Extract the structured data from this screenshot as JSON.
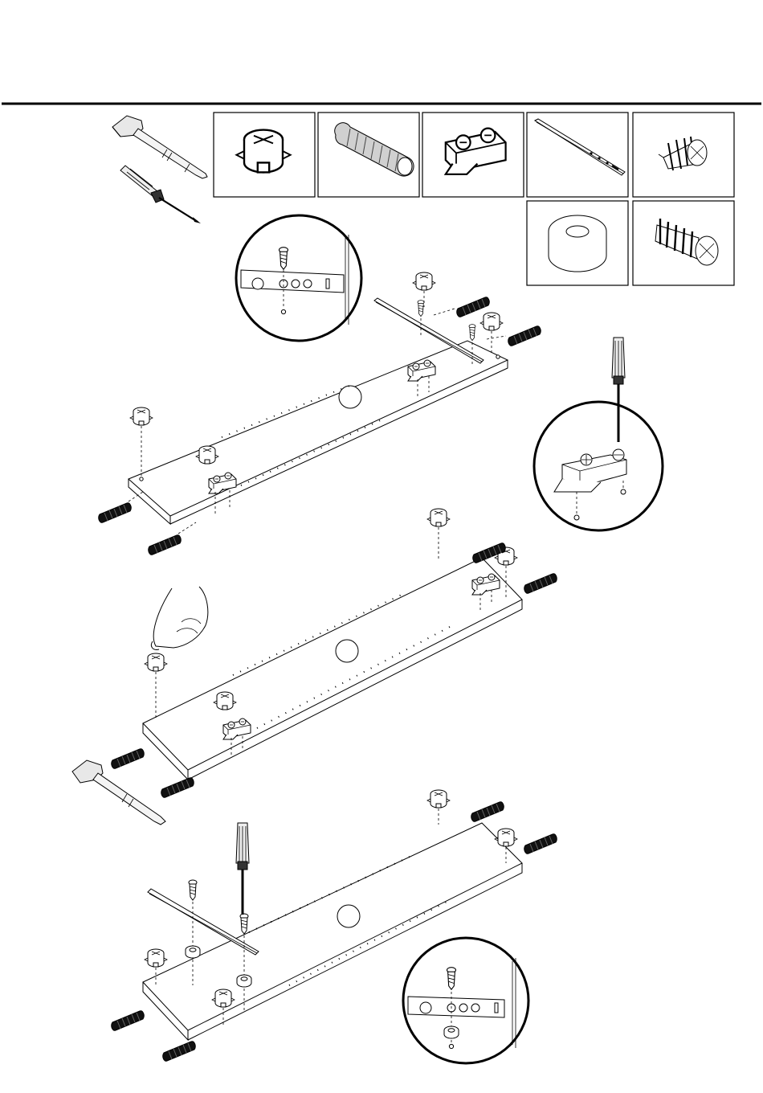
{
  "document": {
    "header_rule": true
  },
  "tools": [
    {
      "name": "hammer-icon"
    },
    {
      "name": "screwdriver-icon"
    }
  ],
  "parts": [
    {
      "icon": "cam-lock-icon"
    },
    {
      "icon": "wooden-dowel-icon"
    },
    {
      "icon": "hinge-bracket-icon"
    },
    {
      "icon": "drawer-rail-icon"
    },
    {
      "icon": "short-screw-icon"
    },
    {
      "icon": "spacer-ring-icon"
    },
    {
      "icon": "long-screw-icon"
    }
  ],
  "steps": [
    {
      "panel": "panel-1",
      "detail": "rail-detail-circle"
    },
    {
      "panel": "panel-2",
      "detail": "hinge-detail-circle"
    },
    {
      "panel": "panel-3",
      "detail": "rail-spacer-detail-circle"
    }
  ]
}
